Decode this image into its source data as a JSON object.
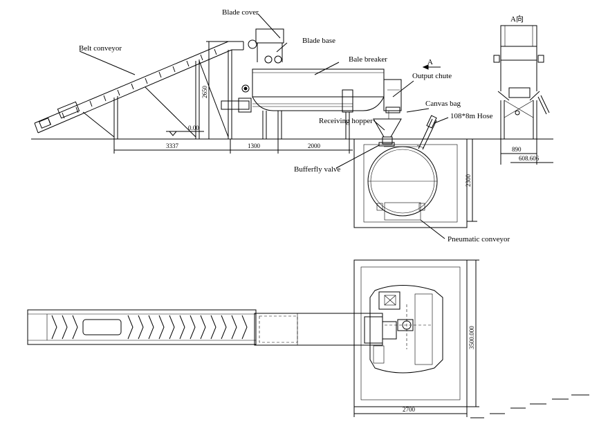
{
  "labels": {
    "blade_cover": "Blade cover",
    "blade_base": "Blade base",
    "belt_conveyor": "Belt conveyor",
    "bale_breaker": "Bale breaker",
    "arrow_a": "A",
    "output_chute": "Output chute",
    "canvas_bag": "Canvas bag",
    "hose": "108*8m Hose",
    "receiving_hopper": "Receiving hopper",
    "butterfly_valve": "Bufferfly valve",
    "pneumatic_conveyor": "Pneumatic conveyor",
    "view_a": "A向"
  },
  "dimensions": {
    "level": "0.00",
    "height_2650": "2650",
    "d_3337": "3337",
    "d_1300": "1300",
    "d_2000": "2000",
    "pit_depth": "2300",
    "side_890": "890",
    "side_608": "608.606",
    "plan_3500": "3500.000",
    "plan_2700": "2700"
  },
  "colors": {
    "line": "#000000",
    "background": "#ffffff"
  }
}
